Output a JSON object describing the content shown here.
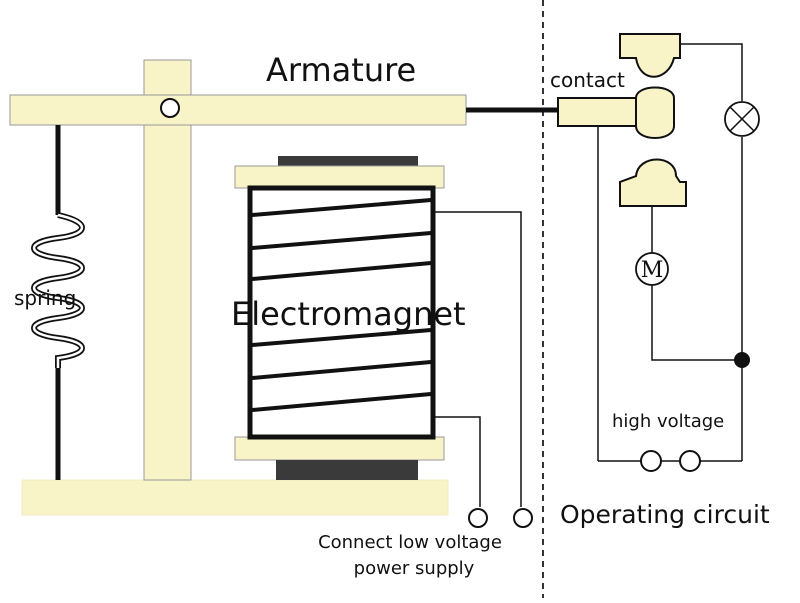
{
  "labels": {
    "armature": "Armature",
    "contact": "contact",
    "spring": "spring",
    "electromagnet": "Electromagnet",
    "high_voltage": "high voltage",
    "operating_circuit": "Operating circuit",
    "power_line1": "Connect low voltage",
    "power_line2": "power supply",
    "motor": "M"
  },
  "colors": {
    "part_fill": "#f8f4c8",
    "line": "#111111",
    "dark_block": "#3a3a3a",
    "divider": "#333333"
  }
}
